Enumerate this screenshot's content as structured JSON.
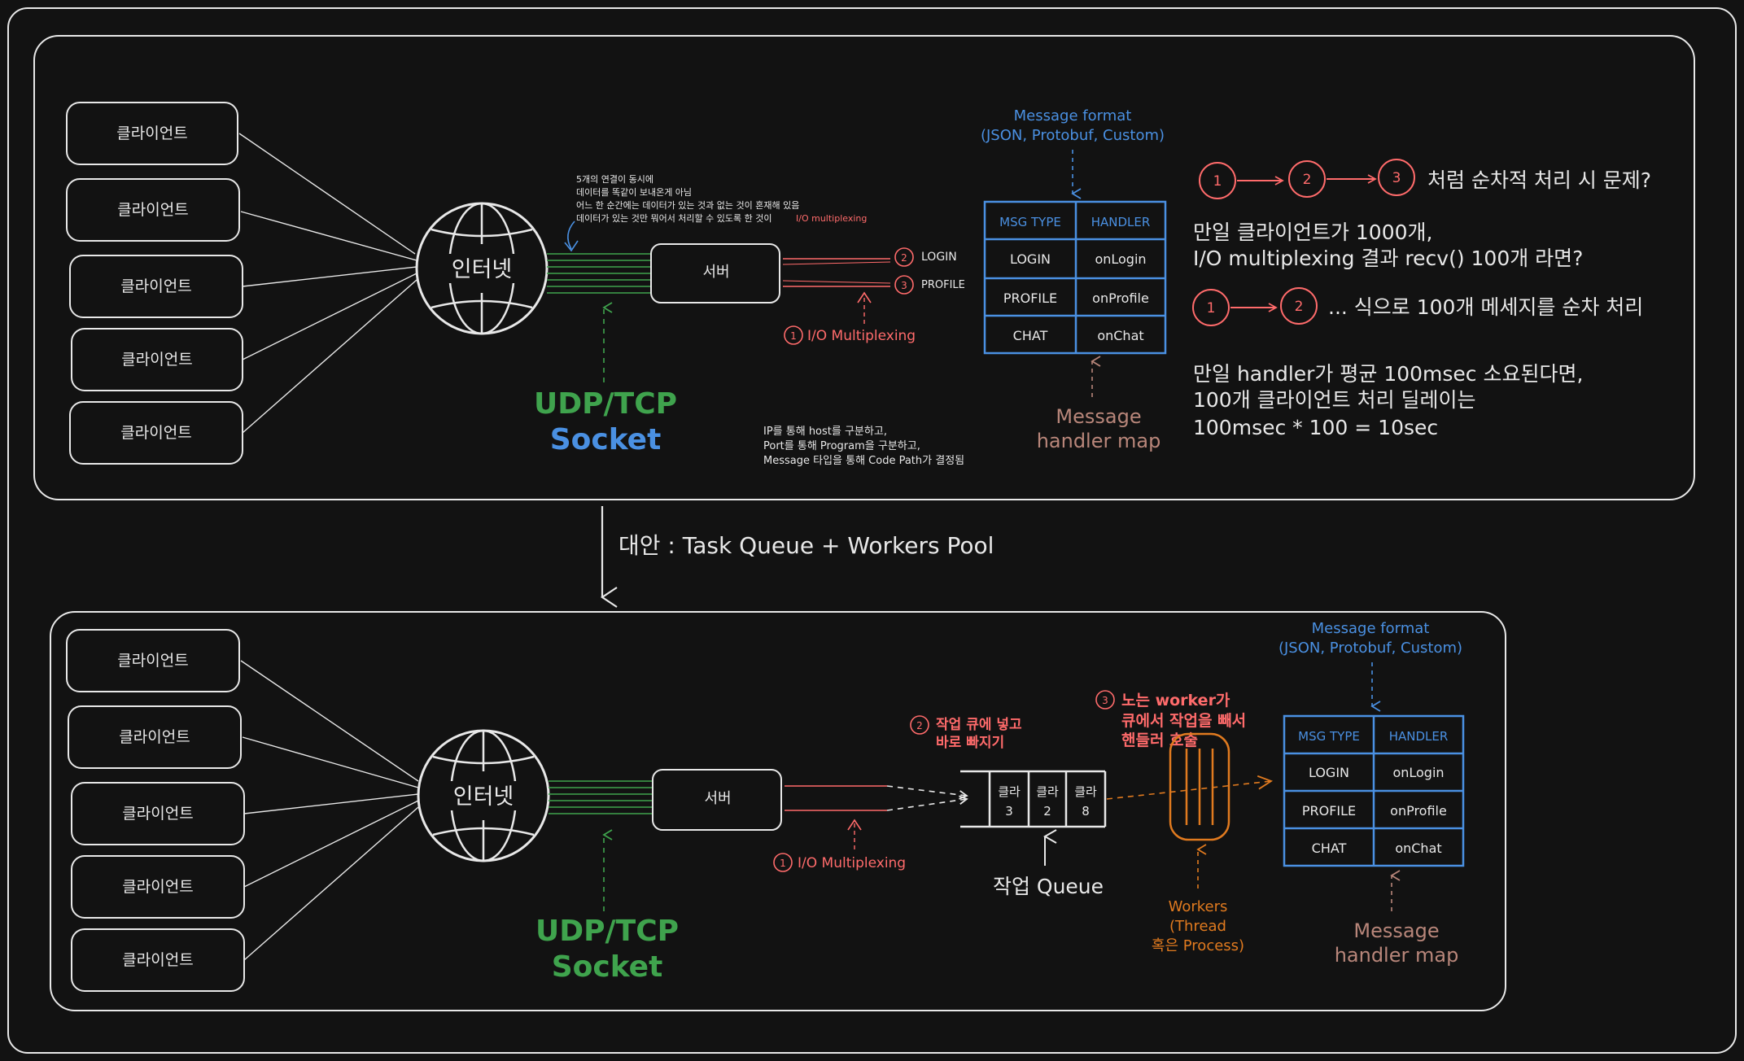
{
  "colors": {
    "bg": "#121212",
    "stroke": "#e8e8e8",
    "green": "#3fa34d",
    "blue": "#4a90e2",
    "red": "#ff6b6b",
    "brown": "#b8867a",
    "orange": "#e07a1f",
    "gray": "#cfcfcf"
  },
  "top": {
    "clients": [
      "클라이언트",
      "클라이언트",
      "클라이언트",
      "클라이언트",
      "클라이언트"
    ],
    "internet": "인터넷",
    "server": "서버",
    "socket_line1": "UDP/TCP",
    "socket_line2": "Socket",
    "note_lines": [
      "5개의 연결이 동시에",
      "데이터를 똑같이 보내온게 아님",
      "어느 한 순간에는 데이터가 있는 것과 없는 것이 혼재해 있음",
      "데이터가 있는 것만 뭐어서 처리할 수 있도록 한 것이"
    ],
    "note_highlight": "I/O multiplexing",
    "login_num": "2",
    "login_label": "LOGIN",
    "profile_num": "3",
    "profile_label": "PROFILE",
    "iomux_num": "1",
    "iomux_label": "I/O Multiplexing",
    "ip_note": [
      "IP를 통해 host를 구분하고,",
      "Port를 통해 Program을 구분하고,",
      "Message 타입을 통해 Code Path가 결정됨"
    ],
    "msg_format_1": "Message format",
    "msg_format_2": "(JSON, Protobuf, Custom)",
    "table_header": [
      "MSG TYPE",
      "HANDLER"
    ],
    "table_rows": [
      [
        "LOGIN",
        "onLogin"
      ],
      [
        "PROFILE",
        "onProfile"
      ],
      [
        "CHAT",
        "onChat"
      ]
    ],
    "handler_map_1": "Message",
    "handler_map_2": "handler map",
    "seq_nums": [
      "1",
      "2",
      "3"
    ],
    "seq_text": "처럼 순차적 처리 시 문제?",
    "p1_line1": "만일 클라이언트가 1000개,",
    "p1_line2": "I/O multiplexing 결과 recv() 100개 라면?",
    "seq2_nums": [
      "1",
      "2"
    ],
    "seq2_text": "...  식으로 100개 메세지를 순차 처리",
    "p2_line1": "만일 handler가 평균 100msec 소요된다면,",
    "p2_line2": "100개 클라이언트 처리 딜레이는",
    "p2_line3": "100msec * 100 = 10sec"
  },
  "transition": {
    "label": "대안 : Task Queue + Workers Pool"
  },
  "bottom": {
    "clients": [
      "클라이언트",
      "클라이언트",
      "클라이언트",
      "클라이언트",
      "클라이언트"
    ],
    "internet": "인터넷",
    "server": "서버",
    "socket_line1": "UDP/TCP",
    "socket_line2": "Socket",
    "iomux_num": "1",
    "iomux_label": "I/O Multiplexing",
    "step2_num": "2",
    "step2_line1": "작업 큐에 넣고",
    "step2_line2": "바로 빠지기",
    "step3_num": "3",
    "step3_line1": "노는 worker가",
    "step3_line2": "큐에서 작업을 빼서",
    "step3_line3": "핸들러 호출",
    "queue_cells": [
      [
        "클라",
        "3"
      ],
      [
        "클라",
        "2"
      ],
      [
        "클라",
        "8"
      ]
    ],
    "queue_label": "작업 Queue",
    "workers_1": "Workers",
    "workers_2": "(Thread",
    "workers_3": "혹은 Process)",
    "msg_format_1": "Message format",
    "msg_format_2": "(JSON, Protobuf, Custom)",
    "table_header": [
      "MSG TYPE",
      "HANDLER"
    ],
    "table_rows": [
      [
        "LOGIN",
        "onLogin"
      ],
      [
        "PROFILE",
        "onProfile"
      ],
      [
        "CHAT",
        "onChat"
      ]
    ],
    "handler_map_1": "Message",
    "handler_map_2": "handler map"
  }
}
